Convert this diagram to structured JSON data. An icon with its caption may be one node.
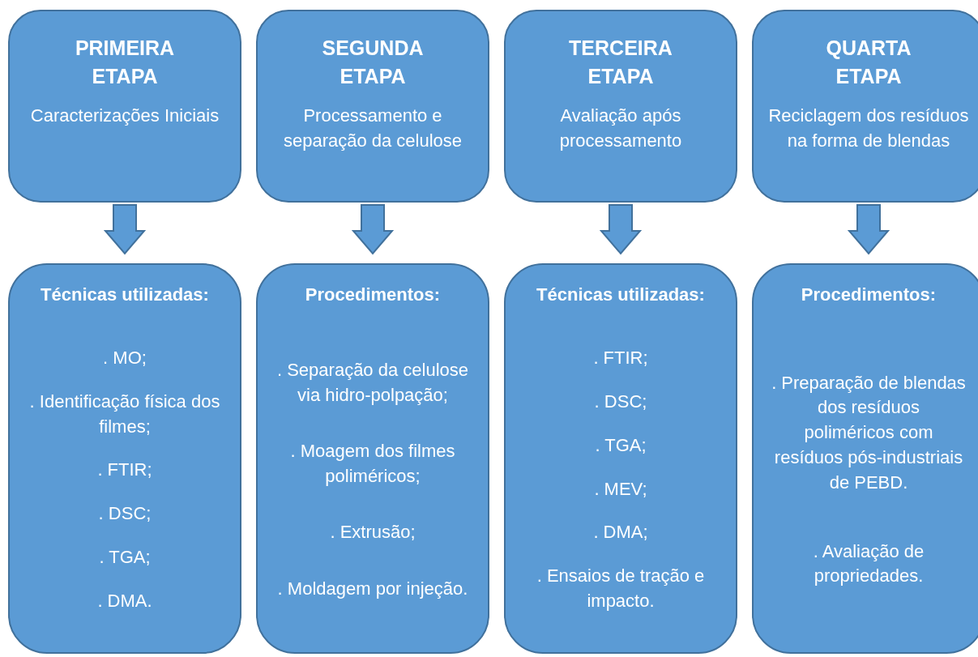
{
  "diagram": {
    "nodes": [
      {
        "text": [
          "PRIMEIRA ETAPA",
          "Caracterizações Iniciais"
        ]
      },
      {
        "text": [
          "SEGUNDA ETAPA",
          "Processamento e separação da celulose"
        ]
      },
      {
        "text": [
          "TERCEIRA ETAPA",
          "Avaliação após processamento"
        ]
      },
      {
        "text": [
          "QUARTA ETAPA",
          "Reciclagem dos resíduos na forma de blendas"
        ]
      },
      {
        "text": [
          "Técnicas utilizadas:",
          ". MO;",
          ". Identificação física dos filmes;",
          ". FTIR;",
          ". DSC;",
          ". TGA;",
          ". DMA."
        ]
      },
      {
        "text": [
          "Procedimentos:",
          ". Separação da celulose via hidro-polpação;",
          ". Moagem dos filmes poliméricos;",
          ". Extrusão;",
          ". Moldagem por injeção."
        ]
      },
      {
        "text": [
          "Técnicas utilizadas:",
          ". FTIR;",
          ". DSC;",
          ". TGA;",
          ". MEV;",
          ". DMA;",
          ". Ensaios de tração e impacto."
        ]
      },
      {
        "text": [
          "Procedimentos:",
          ". Preparação de blendas dos resíduos poliméricos com resíduos pós-industriais de PEBD.",
          ". Avaliação de propriedades."
        ]
      }
    ],
    "edges": [
      {
        "from": 0,
        "to": 4,
        "arrow": "to"
      },
      {
        "from": 1,
        "to": 5,
        "arrow": "to"
      },
      {
        "from": 2,
        "to": 6,
        "arrow": "to"
      },
      {
        "from": 3,
        "to": 7,
        "arrow": "to"
      }
    ]
  }
}
